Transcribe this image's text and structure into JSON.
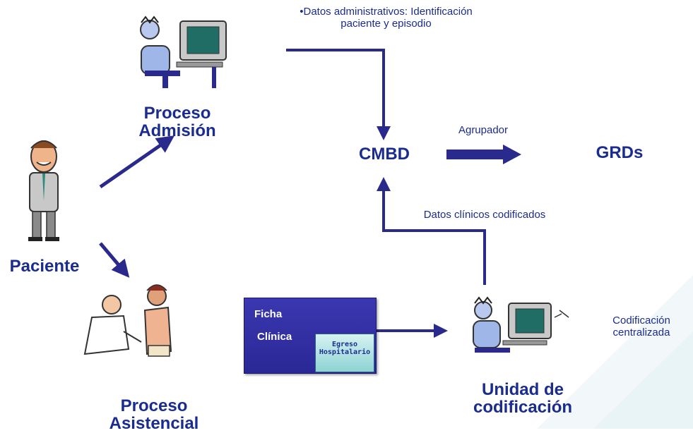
{
  "nodes": {
    "admision": "Proceso\nAdmisión",
    "paciente": "Paciente",
    "asistencial": "Proceso\nAsistencial",
    "cmbd": "CMBD",
    "grds": "GRDs",
    "unidad": "Unidad de\ncodificación"
  },
  "labels": {
    "datos_admin": "•Datos administrativos: Identificación\npaciente y episodio",
    "agrupador": "Agrupador",
    "datos_clinicos": "Datos clínicos codificados",
    "codificacion": "Codificación\ncentralizada"
  },
  "ficha": {
    "title1": "Ficha",
    "title2": "Clínica",
    "egreso": "Egreso\nHospitalario"
  },
  "colors": {
    "text": "#1a2c8f",
    "arrow": "#2a2a8c",
    "ficha_bg": "#3b38b0",
    "egreso_bg": "#bfe9e9"
  }
}
